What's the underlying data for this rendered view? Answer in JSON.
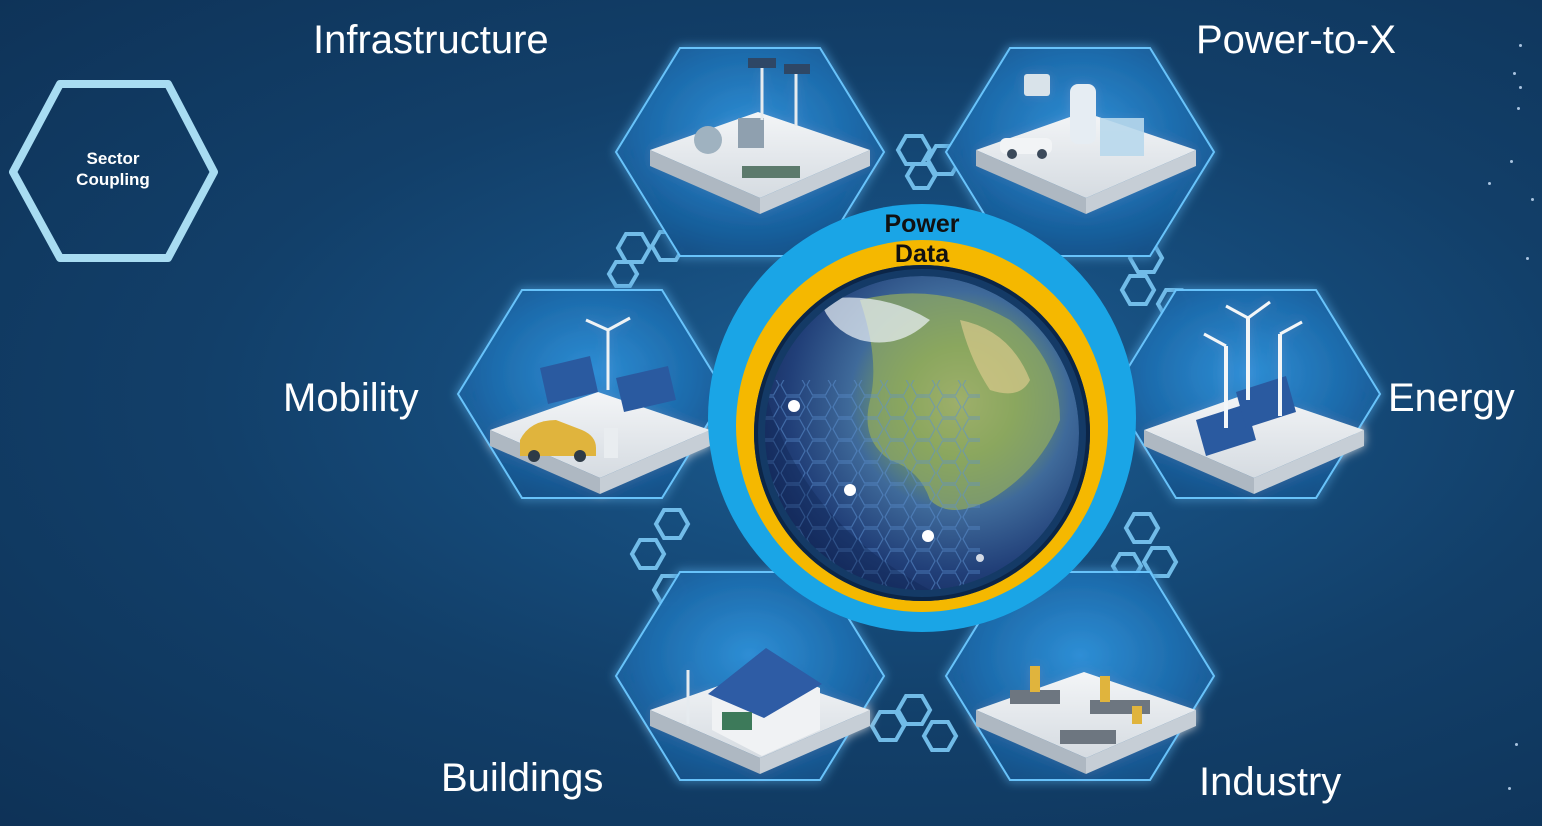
{
  "badge": {
    "line1": "Sector",
    "line2": "Coupling"
  },
  "rings": {
    "outer_label": "Power",
    "inner_label": "Data"
  },
  "sectors": {
    "infrastructure": "Infrastructure",
    "power_to_x": "Power-to-X",
    "mobility": "Mobility",
    "energy": "Energy",
    "buildings": "Buildings",
    "industry": "Industry"
  },
  "colors": {
    "background": "#143f6a",
    "badge_border": "#a8dcf2",
    "power_ring": "#1aa5e6",
    "data_ring": "#f5b800",
    "hex_tile": "#1d6fae",
    "hex_glow": "#5bc6ff"
  }
}
